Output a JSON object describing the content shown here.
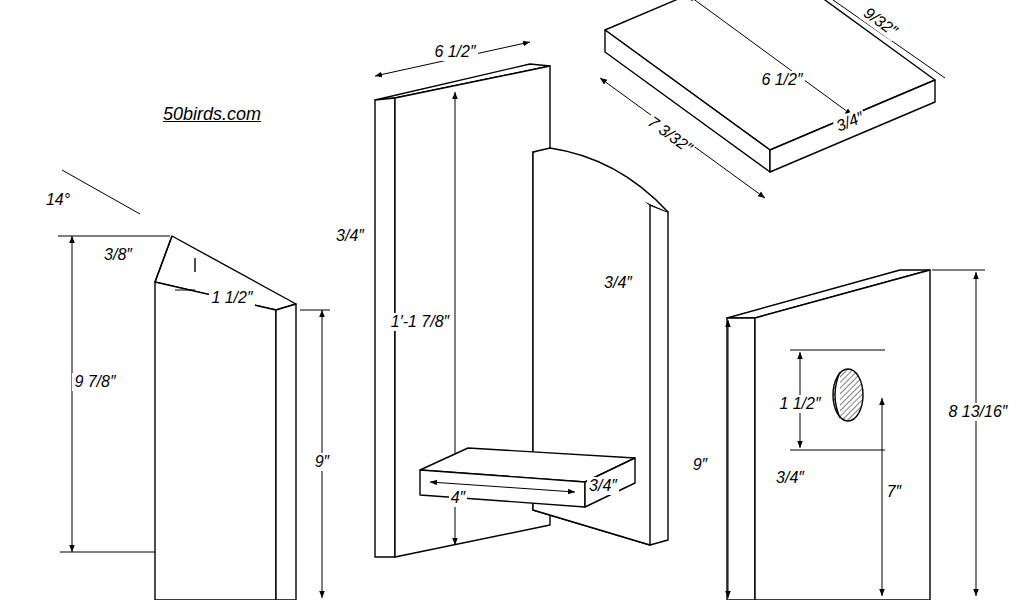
{
  "diagram": {
    "labels": [
      "50birds.com",
      "6 1/2″",
      "9/32″",
      "6 1/2″",
      "7 3/32″",
      "3/4″",
      "14°",
      "3/8″",
      "1 1/2″",
      "9 7/8″",
      "9″",
      "3/4″",
      "1′-1 7/8″",
      "3/4″",
      "4″",
      "3/4″",
      "1 1/2″",
      "9″",
      "3/4″",
      "7″",
      "8 13/16″"
    ]
  }
}
